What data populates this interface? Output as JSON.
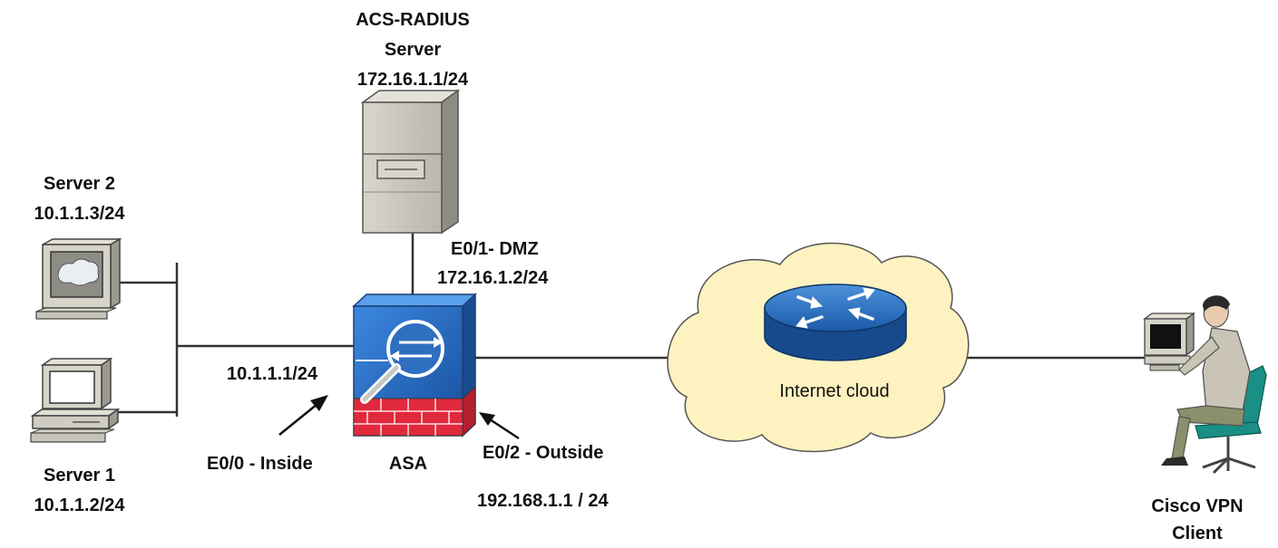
{
  "nodes": {
    "acs": {
      "name_line1": "ACS-RADIUS",
      "name_line2": "Server",
      "ip": "172.16.1.1/24"
    },
    "server2": {
      "name": "Server  2",
      "ip": "10.1.1.3/24"
    },
    "server1": {
      "name": "Server  1",
      "ip": "10.1.1.2/24"
    },
    "asa": {
      "name": "ASA"
    },
    "internet": {
      "name": "Internet cloud"
    },
    "client": {
      "name_line1": "Cisco VPN",
      "name_line2": "Client"
    }
  },
  "interfaces": {
    "dmz_name": "E0/1- DMZ",
    "dmz_ip": "172.16.1.2/24",
    "inside_ip": "10.1.1.1/24",
    "inside_name": "E0/0 - Inside",
    "outside_name": "E0/2 - Outside",
    "outside_ip": "192.168.1.1 / 24"
  },
  "colors": {
    "asa_blue": "#1d5fb8",
    "brick_red": "#e0293c",
    "cloud_fill": "#fdf2c0",
    "router_blue": "#1e63b5",
    "server_gray": "#c9c7bc"
  }
}
